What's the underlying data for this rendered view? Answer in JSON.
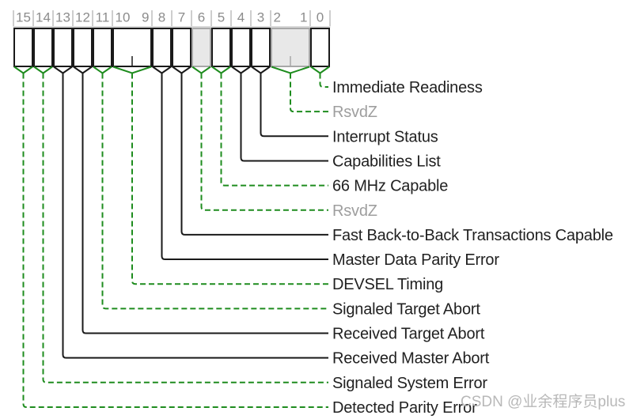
{
  "diagram": {
    "type": "register-bitfield",
    "register_width_bits": 16,
    "bit_cells": [
      {
        "bits": "15",
        "number_labels": [
          "15"
        ],
        "reserved": false
      },
      {
        "bits": "14",
        "number_labels": [
          "14"
        ],
        "reserved": false
      },
      {
        "bits": "13",
        "number_labels": [
          "13"
        ],
        "reserved": false
      },
      {
        "bits": "12",
        "number_labels": [
          "12"
        ],
        "reserved": false
      },
      {
        "bits": "11",
        "number_labels": [
          "11"
        ],
        "reserved": false
      },
      {
        "bits": "10:9",
        "number_labels": [
          "10",
          "9"
        ],
        "reserved": false
      },
      {
        "bits": "8",
        "number_labels": [
          "8"
        ],
        "reserved": false
      },
      {
        "bits": "7",
        "number_labels": [
          "7"
        ],
        "reserved": false
      },
      {
        "bits": "6",
        "number_labels": [
          "6"
        ],
        "reserved": true
      },
      {
        "bits": "5",
        "number_labels": [
          "5"
        ],
        "reserved": false
      },
      {
        "bits": "4",
        "number_labels": [
          "4"
        ],
        "reserved": false
      },
      {
        "bits": "3",
        "number_labels": [
          "3"
        ],
        "reserved": false
      },
      {
        "bits": "2:1",
        "number_labels": [
          "2",
          "1"
        ],
        "reserved": true
      },
      {
        "bits": "0",
        "number_labels": [
          "0"
        ],
        "reserved": false
      }
    ],
    "labels": [
      {
        "text": "Immediate Readiness",
        "bits": "0",
        "line": "dashed-green",
        "text_color": "black"
      },
      {
        "text": "RsvdZ",
        "bits": "2:1",
        "line": "dashed-green",
        "text_color": "gray"
      },
      {
        "text": "Interrupt Status",
        "bits": "3",
        "line": "solid-black",
        "text_color": "black"
      },
      {
        "text": "Capabilities List",
        "bits": "4",
        "line": "solid-black",
        "text_color": "black"
      },
      {
        "text": "66 MHz Capable",
        "bits": "5",
        "line": "dashed-green",
        "text_color": "black"
      },
      {
        "text": "RsvdZ",
        "bits": "6",
        "line": "dashed-green",
        "text_color": "gray"
      },
      {
        "text": "Fast Back-to-Back Transactions Capable",
        "bits": "7",
        "line": "solid-black",
        "text_color": "black"
      },
      {
        "text": "Master Data Parity Error",
        "bits": "8",
        "line": "solid-black",
        "text_color": "black"
      },
      {
        "text": "DEVSEL Timing",
        "bits": "10:9",
        "line": "dashed-green",
        "text_color": "black"
      },
      {
        "text": "Signaled Target Abort",
        "bits": "11",
        "line": "dashed-green",
        "text_color": "black"
      },
      {
        "text": "Received Target Abort",
        "bits": "12",
        "line": "solid-black",
        "text_color": "black"
      },
      {
        "text": "Received Master Abort",
        "bits": "13",
        "line": "solid-black",
        "text_color": "black"
      },
      {
        "text": "Signaled System Error",
        "bits": "14",
        "line": "dashed-green",
        "text_color": "black"
      },
      {
        "text": "Detected Parity Error",
        "bits": "15",
        "line": "dashed-green",
        "text_color": "black"
      }
    ]
  },
  "colors": {
    "line_green": "#1e8c1e",
    "line_black": "#1a1a1a",
    "label_text": "#212121",
    "rsvdz_text": "#9e9e9e",
    "bit_number": "#8c8c8c",
    "reserved_fill": "#e8e8e8",
    "reserved_border": "#a8a8a8",
    "tick": "#9e9e9e",
    "rule": "#b0b0b0",
    "watermark": "#b8b8b8"
  },
  "watermark": {
    "text": "CSDN @业余程序员plus"
  }
}
